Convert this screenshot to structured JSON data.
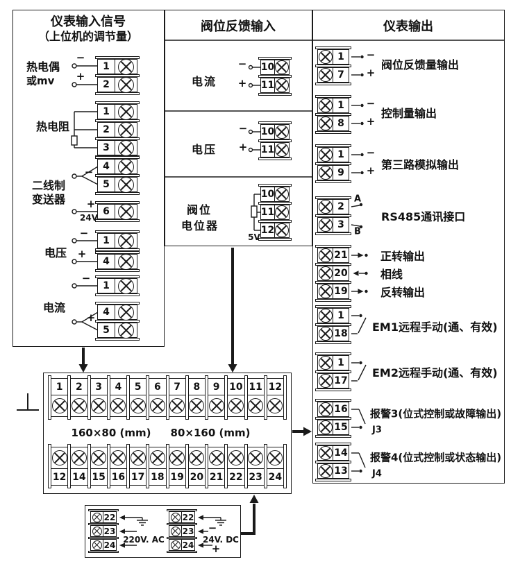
{
  "colors": {
    "line": "#1a1a1a",
    "background": "#ffffff"
  },
  "left": {
    "title1": "仪表输入信号",
    "title2": "（上位机的调节量）",
    "tc": {
      "l1": "热电偶",
      "l2": "或mv",
      "m": "−",
      "p": "+",
      "t1": "1",
      "t2": "2"
    },
    "rtd": {
      "l": "热电阻",
      "t1": "1",
      "t2": "2",
      "t3": "3"
    },
    "tx": {
      "l1": "二线制",
      "l2": "变送器",
      "m": "−",
      "p": "+",
      "v": "24V",
      "t4": "4",
      "t5": "5",
      "t6": "6"
    },
    "volt": {
      "l": "电压",
      "m": "−",
      "p": "+",
      "t1": "1",
      "t4": "4"
    },
    "curr": {
      "l": "电流",
      "m": "−",
      "p": "+",
      "t1": "1",
      "t4": "4",
      "t5": "5"
    }
  },
  "mid": {
    "title": "阀位反馈输入",
    "cur": {
      "l": "电流",
      "m": "−",
      "p": "+",
      "t10": "10",
      "t11": "11"
    },
    "vol": {
      "l": "电压",
      "m": "−",
      "p": "+",
      "t10": "10",
      "t11": "11"
    },
    "pot": {
      "l1": "阀位",
      "l2": "电位器",
      "v": "5V",
      "t10": "10",
      "t11": "11",
      "t12": "12"
    }
  },
  "right": {
    "title": "仪表输出",
    "i1": {
      "ta": "1",
      "tb": "7",
      "sa": "−",
      "sb": "+",
      "label": "阀位反馈量输出"
    },
    "i2": {
      "ta": "1",
      "tb": "8",
      "sa": "−",
      "sb": "+",
      "label": "控制量输出"
    },
    "i3": {
      "ta": "1",
      "tb": "9",
      "sa": "−",
      "sb": "+",
      "label": "第三路模拟输出"
    },
    "i4": {
      "ta": "2",
      "tb": "3",
      "sa": "A",
      "sb": "B",
      "label": "RS485通讯接口"
    },
    "tri": {
      "t21": "21",
      "t20": "20",
      "t19": "19",
      "l21": "正转输出",
      "l20": "相线",
      "l19": "反转输出"
    },
    "em1": {
      "ta": "1",
      "tb": "18",
      "label": "EM1远程手动(通、有效)"
    },
    "em2": {
      "ta": "1",
      "tb": "17",
      "label": "EM2远程手动(通、有效)"
    },
    "a3": {
      "ta": "16",
      "tb": "15",
      "tag": "J3",
      "label": "报警3(位式控制或故障输出)"
    },
    "a4": {
      "ta": "14",
      "tb": "13",
      "tag": "J4",
      "label": "报警4(位式控制或状态输出)"
    }
  },
  "main": {
    "top": [
      "1",
      "2",
      "3",
      "4",
      "5",
      "6",
      "7",
      "8",
      "9",
      "10",
      "11",
      "12"
    ],
    "bottom": [
      "12",
      "14",
      "15",
      "16",
      "17",
      "18",
      "19",
      "20",
      "21",
      "22",
      "23",
      "24"
    ],
    "dim1": "160×80 (mm)",
    "dim2": "80×160 (mm)"
  },
  "pow": {
    "ac": {
      "t22": "22",
      "t23": "23",
      "t24": "24",
      "label": "220V. AC"
    },
    "dc": {
      "t22": "22",
      "t23": "23",
      "t24": "24",
      "label": "24V. DC",
      "m": "−",
      "p": "+"
    }
  }
}
